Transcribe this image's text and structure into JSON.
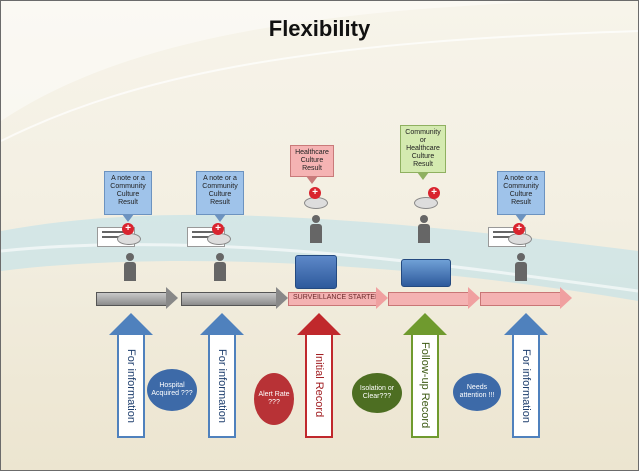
{
  "slide": {
    "title": "Flexibility",
    "timeline_label": "SURVEILLANCE STARTED"
  },
  "callouts": [
    {
      "text": "A note or a Community Culture Result",
      "color": "blue"
    },
    {
      "text": "A note or a Community Culture Result",
      "color": "blue"
    },
    {
      "text": "Healthcare Culture Result",
      "color": "pink"
    },
    {
      "text": "Community or Healthcare Culture Result",
      "color": "green"
    },
    {
      "text": "A note or a Community Culture Result",
      "color": "blue"
    }
  ],
  "arrows": [
    {
      "text": "For information",
      "color": "blue"
    },
    {
      "text": "For information",
      "color": "blue"
    },
    {
      "text": "Initial Record",
      "color": "red"
    },
    {
      "text": "Follow-up Record",
      "color": "green"
    },
    {
      "text": "For information",
      "color": "blue"
    }
  ],
  "clouds": [
    {
      "text": "Hospital Acquired ???",
      "color": "blue"
    },
    {
      "text": "Alert Rate ???",
      "color": "red"
    },
    {
      "text": "Isolation or Clear???",
      "color": "green"
    },
    {
      "text": "Needs attention !!!",
      "color": "blue"
    }
  ],
  "colors": {
    "blue": "#4f81bd",
    "red": "#c0282c",
    "green": "#6f9a2e",
    "cloud_blue": "#3d6aa8",
    "cloud_red": "#b83236",
    "cloud_green": "#4d6e22"
  }
}
